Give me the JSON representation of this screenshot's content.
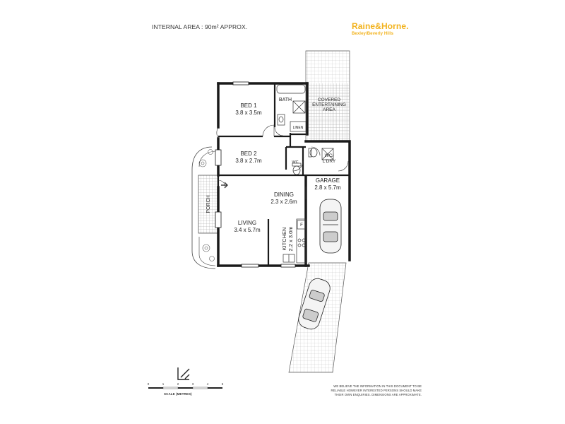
{
  "header": {
    "area_title": "INTERNAL AREA : 90m² APPROX.",
    "brand": "Raine&Horne.",
    "branch": "Bexley/Beverly Hills"
  },
  "rooms": {
    "bed1": {
      "name": "BED 1",
      "size": "3.8 x 3.5m"
    },
    "bed2": {
      "name": "BED 2",
      "size": "3.8 x 2.7m"
    },
    "bath": "BATH",
    "linen": "LINEN",
    "wc": "WC",
    "wc_ldry": {
      "line1": "WC/",
      "line2": "L'DRY"
    },
    "covered": {
      "line1": "COVERED",
      "line2": "ENTERTAINING",
      "line3": "AREA"
    },
    "garage": {
      "name": "GARAGE",
      "size": "2.8 x 5.7m"
    },
    "dining": {
      "name": "DINING",
      "size": "2.3 x 2.6m"
    },
    "living": {
      "name": "LIVING",
      "size": "3.4 x 5.7m"
    },
    "kitchen": {
      "name": "KITCHEN",
      "size": "2.2 x 3.0m"
    },
    "porch": "PORCH",
    "fridge": "F"
  },
  "scale": {
    "label": "SCALE (METRES)",
    "ticks": [
      "0",
      "1",
      "2",
      "3",
      "4",
      "5"
    ]
  },
  "disclaimer": "WE BELIEVE THE INFORMATION IN THIS DOCUMENT TO BE RELIABLE HOWEVER INTERESTED PERSONS SHOULD MAKE THEIR OWN ENQUIRIES. DIMENSIONS ARE APPROXIMATE.",
  "colors": {
    "brand": "#f2b21c",
    "wall": "#1a1a1a",
    "hatch": "#9a9a9a"
  }
}
